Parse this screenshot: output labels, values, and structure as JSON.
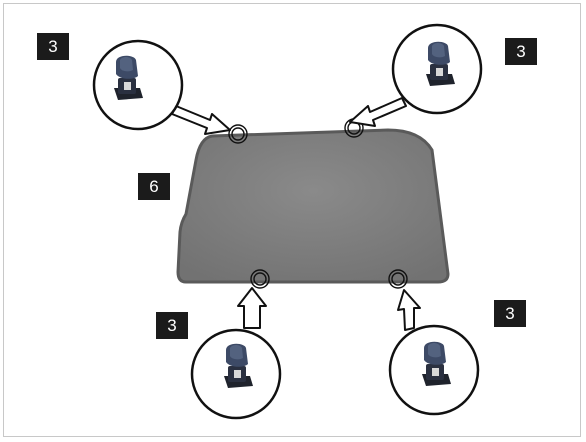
{
  "diagram": {
    "labels": {
      "top_left": "3",
      "top_right": "3",
      "bottom_left": "3",
      "bottom_right": "3",
      "panel": "6"
    },
    "icons": [
      "clip-icon"
    ],
    "colors": {
      "label_bg": "#1b1b1b",
      "label_text": "#ffffff",
      "panel_fill": "#7f7f7f",
      "panel_edge": "#5a5a5a",
      "clip_dark": "#1f232c",
      "clip_blue": "#3d4a66"
    }
  }
}
